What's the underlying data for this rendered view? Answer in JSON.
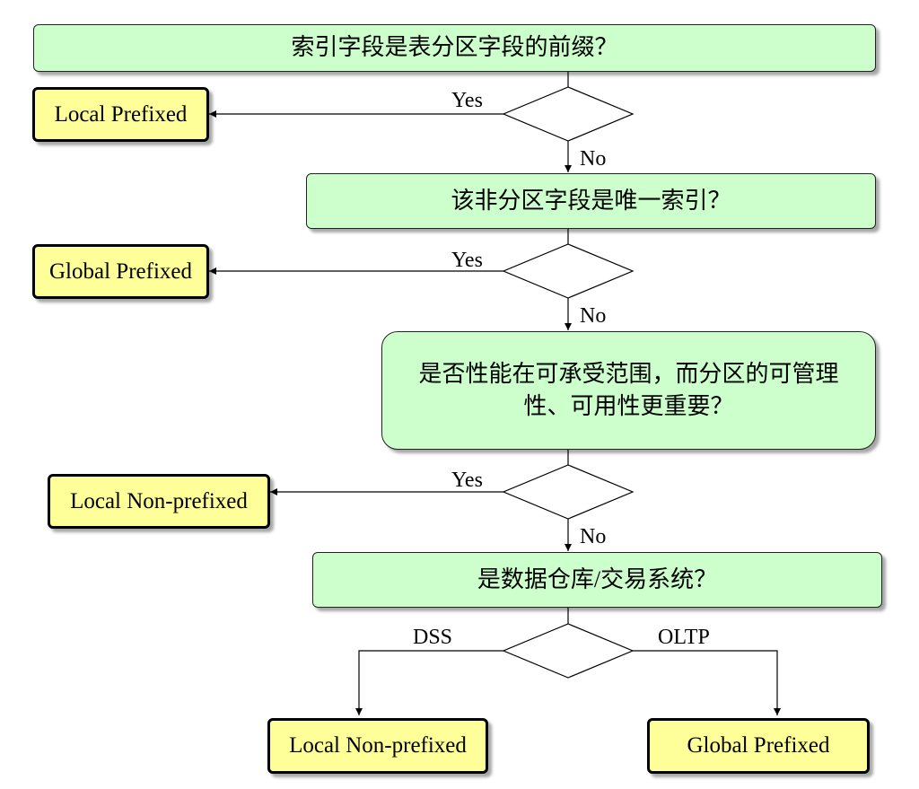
{
  "questions": [
    {
      "text": "索引字段是表分区字段的前缀？"
    },
    {
      "text": "该非分区字段是唯一索引？"
    },
    {
      "text": "是否性能在可承受范围，而分区的可管理性、可用性更重要？"
    },
    {
      "text": "是数据仓库/交易系统？"
    }
  ],
  "answers": {
    "local_prefixed": "Local Prefixed",
    "global_prefixed_1": "Global Prefixed",
    "local_nonprefixed_1": "Local Non-prefixed",
    "local_nonprefixed_2": "Local Non-prefixed",
    "global_prefixed_2": "Global Prefixed"
  },
  "labels": {
    "yes": "Yes",
    "no": "No",
    "dss": "DSS",
    "oltp": "OLTP"
  }
}
